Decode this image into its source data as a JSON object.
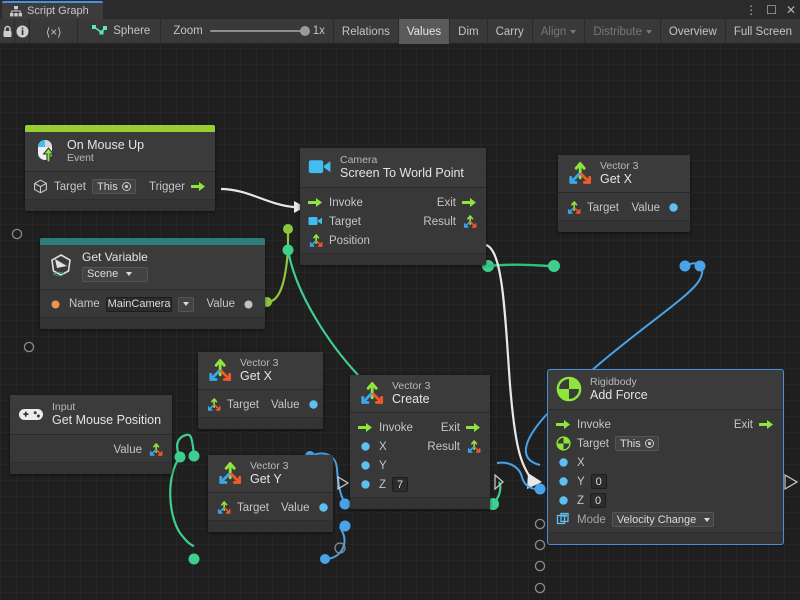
{
  "window": {
    "tab_title": "Script Graph",
    "tab_icon": "script-graph-icon",
    "menu_icon": "kebab-menu-icon",
    "maximize_icon": "maximize-icon",
    "close_icon": "close-icon"
  },
  "toolbar": {
    "lock_icon": "lock-icon",
    "info_icon": "info-icon",
    "code_label": "⟨×⟩",
    "object_icon": "script-graph-asset-icon",
    "object_label": "Sphere",
    "zoom_label": "Zoom",
    "zoom_value": "1x",
    "buttons": [
      {
        "label": "Relations",
        "state": "normal"
      },
      {
        "label": "Values",
        "state": "active"
      },
      {
        "label": "Dim",
        "state": "normal"
      },
      {
        "label": "Carry",
        "state": "normal"
      },
      {
        "label": "Align",
        "state": "disabled",
        "dropdown": true
      },
      {
        "label": "Distribute",
        "state": "disabled",
        "dropdown": true
      },
      {
        "label": "Overview",
        "state": "normal"
      },
      {
        "label": "Full Screen",
        "state": "normal"
      }
    ]
  },
  "graph": {
    "nodes": [
      {
        "id": "on-mouse-up",
        "icon": "mouse-up-event-icon",
        "subtitle": "On Mouse Up",
        "title": "Event",
        "accent_color": "#9acd32",
        "rows": [
          {
            "left_icon": "cube-icon",
            "left_label": "Target",
            "left_value": "This",
            "right_label": "Trigger",
            "right_icon": "flow-arrow-icon"
          }
        ]
      },
      {
        "id": "get-variable",
        "icon": "unity-variable-icon",
        "subtitle": "Get Variable",
        "title": "Scene",
        "title_is_dropdown": true,
        "accent_color": "#2d7d7d",
        "rows": [
          {
            "left_icon": "orange-dot-icon",
            "left_label": "Name",
            "left_value": "MainCamera",
            "value_is_dropdown": true,
            "right_label": "Value",
            "right_icon": "grey-dot-icon"
          }
        ]
      },
      {
        "id": "camera-screen-to-world-point",
        "icon": "camera-icon",
        "subtitle": "Camera",
        "title": "Screen To World Point",
        "rows": [
          {
            "left_icon": "flow-arrow-icon",
            "left_label": "Invoke",
            "right_label": "Exit",
            "right_icon": "flow-arrow-icon"
          },
          {
            "left_icon": "camera-icon",
            "left_label": "Target",
            "right_label": "Result",
            "right_icon": "vector3-icon"
          },
          {
            "left_icon": "vector3-icon",
            "left_label": "Position"
          }
        ]
      },
      {
        "id": "vector3-get-x-top",
        "icon": "vector3-icon",
        "subtitle": "Vector 3",
        "title": "Get X",
        "rows": [
          {
            "left_icon": "vector3-icon",
            "left_label": "Target",
            "right_label": "Value",
            "right_icon": "blue-dot-icon"
          }
        ]
      },
      {
        "id": "input-get-mouse-position",
        "icon": "gamepad-icon",
        "subtitle": "Input",
        "title": "Get Mouse Position",
        "rows": [
          {
            "right_label": "Value",
            "right_icon": "vector3-icon"
          }
        ]
      },
      {
        "id": "vector3-get-x-mid",
        "icon": "vector3-icon",
        "subtitle": "Vector 3",
        "title": "Get X",
        "rows": [
          {
            "left_icon": "vector3-icon",
            "left_label": "Target",
            "right_label": "Value",
            "right_icon": "blue-dot-icon"
          }
        ]
      },
      {
        "id": "vector3-get-y",
        "icon": "vector3-icon",
        "subtitle": "Vector 3",
        "title": "Get Y",
        "rows": [
          {
            "left_icon": "vector3-icon",
            "left_label": "Target",
            "right_label": "Value",
            "right_icon": "blue-dot-icon"
          }
        ]
      },
      {
        "id": "vector3-create",
        "icon": "vector3-icon",
        "subtitle": "Vector 3",
        "title": "Create",
        "rows": [
          {
            "left_icon": "flow-arrow-icon",
            "left_label": "Invoke",
            "right_label": "Exit",
            "right_icon": "flow-arrow-icon"
          },
          {
            "left_icon": "blue-dot-icon",
            "left_label": "X",
            "right_label": "Result",
            "right_icon": "vector3-icon"
          },
          {
            "left_icon": "blue-dot-icon",
            "left_label": "Y"
          },
          {
            "left_icon": "blue-dot-icon",
            "left_label": "Z",
            "left_value": "7"
          }
        ]
      },
      {
        "id": "rigidbody-add-force",
        "icon": "rigidbody-icon",
        "subtitle": "Rigidbody",
        "title": "Add Force",
        "selected": true,
        "rows": [
          {
            "left_icon": "flow-arrow-icon",
            "left_label": "Invoke",
            "right_label": "Exit",
            "right_icon": "flow-arrow-icon"
          },
          {
            "left_icon": "rigidbody-icon",
            "left_label": "Target",
            "left_value": "This"
          },
          {
            "left_icon": "blue-dot-icon",
            "left_label": "X"
          },
          {
            "left_icon": "blue-dot-icon",
            "left_label": "Y",
            "left_value": "0"
          },
          {
            "left_icon": "blue-dot-icon",
            "left_label": "Z",
            "left_value": "0"
          },
          {
            "left_icon": "mode-icon",
            "left_label": "Mode",
            "left_value": "Velocity Change",
            "value_is_dropdown": true
          }
        ]
      }
    ],
    "colors": {
      "flow_wire": "#e8e8e8",
      "value_wire_green": "#3ecf8e",
      "value_wire_blue": "#4aa3e8",
      "accent_event": "#9acd32",
      "accent_variable": "#2d7d7d",
      "selection": "#4a90d9"
    }
  }
}
